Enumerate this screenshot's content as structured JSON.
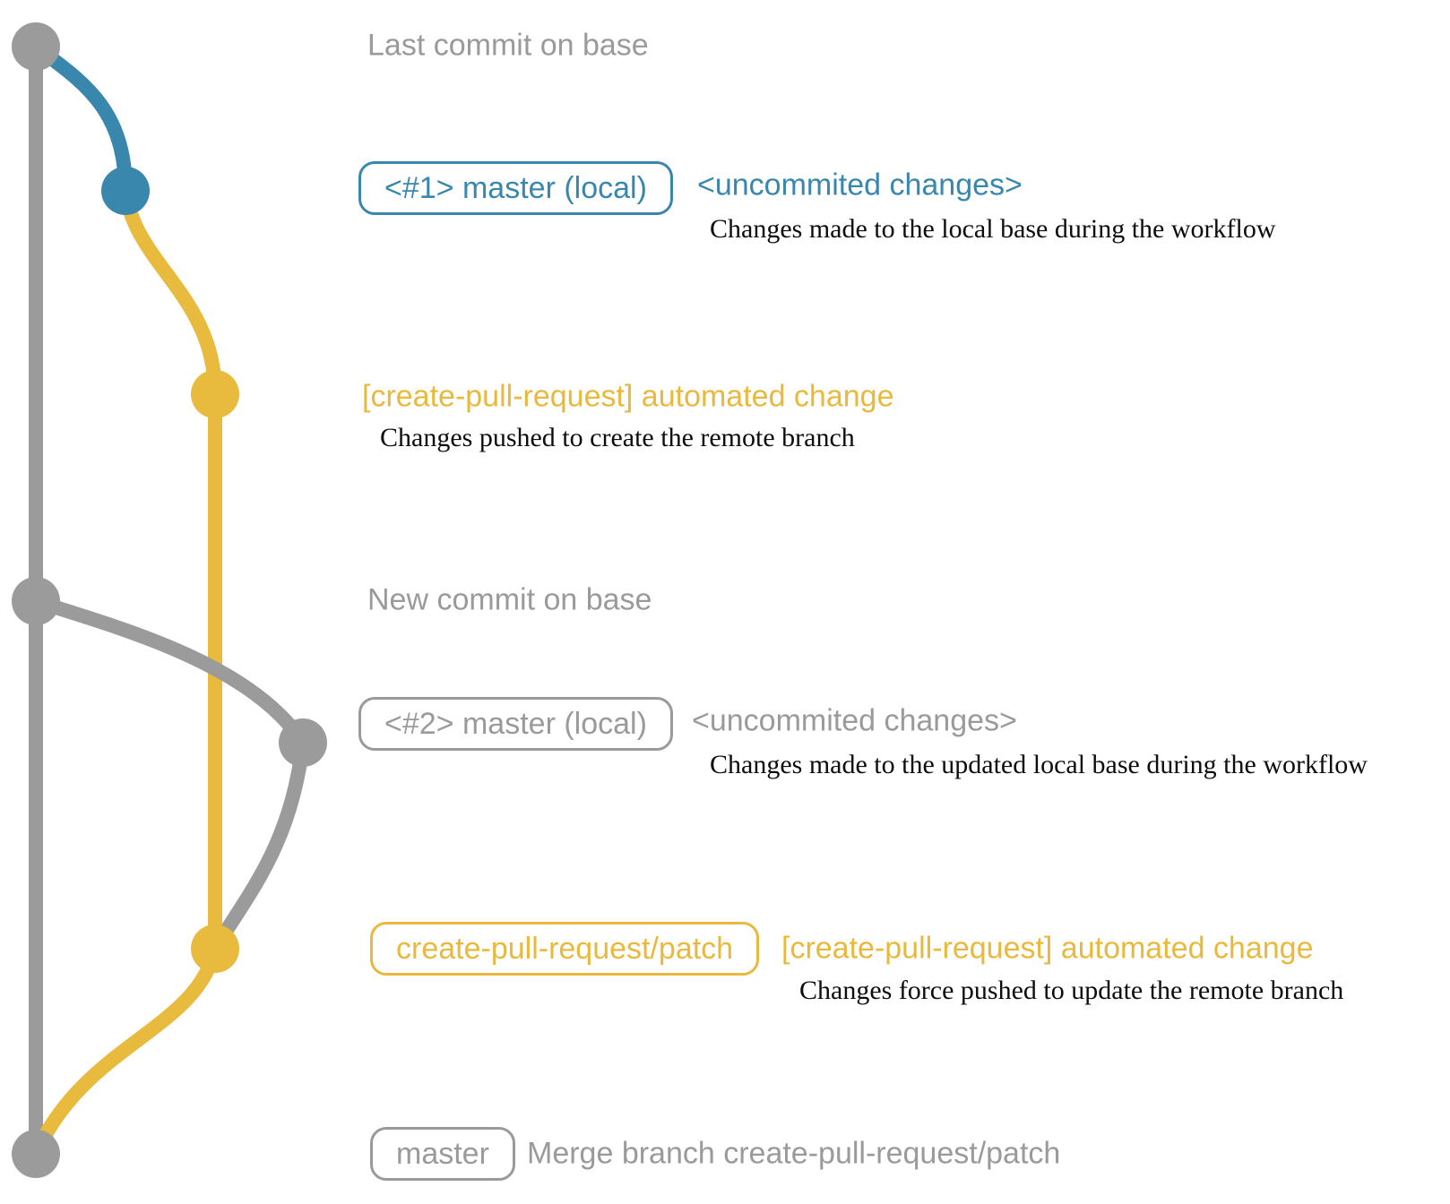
{
  "diagram": {
    "type": "git-branch-graph",
    "colors": {
      "trunk_gray": "#9b9b9b",
      "branch_blue": "#3a87ad",
      "branch_yellow": "#e8ba3d",
      "label_gray": "#9a9a9a",
      "detail_black": "#0d0d0d"
    },
    "branches": {
      "trunk": "base",
      "blue": "master (local) #1",
      "yellow": "create-pull-request/patch"
    }
  },
  "rows": {
    "row1": {
      "label": "Last commit on base"
    },
    "row2": {
      "box": "<#1> master (local)",
      "caption": "<uncommited changes>",
      "detail": "Changes made to the local base during the workflow"
    },
    "row3": {
      "caption": "[create-pull-request] automated change",
      "detail": "Changes pushed to create the remote branch"
    },
    "row4": {
      "label": "New commit on base"
    },
    "row5": {
      "box": "<#2> master (local)",
      "caption": "<uncommited changes>",
      "detail": "Changes made to the updated local base during the workflow"
    },
    "row6": {
      "box": "create-pull-request/patch",
      "caption": "[create-pull-request] automated change",
      "detail": "Changes force pushed to update the remote branch"
    },
    "row7": {
      "box": "master",
      "caption": "Merge branch create-pull-request/patch"
    }
  }
}
